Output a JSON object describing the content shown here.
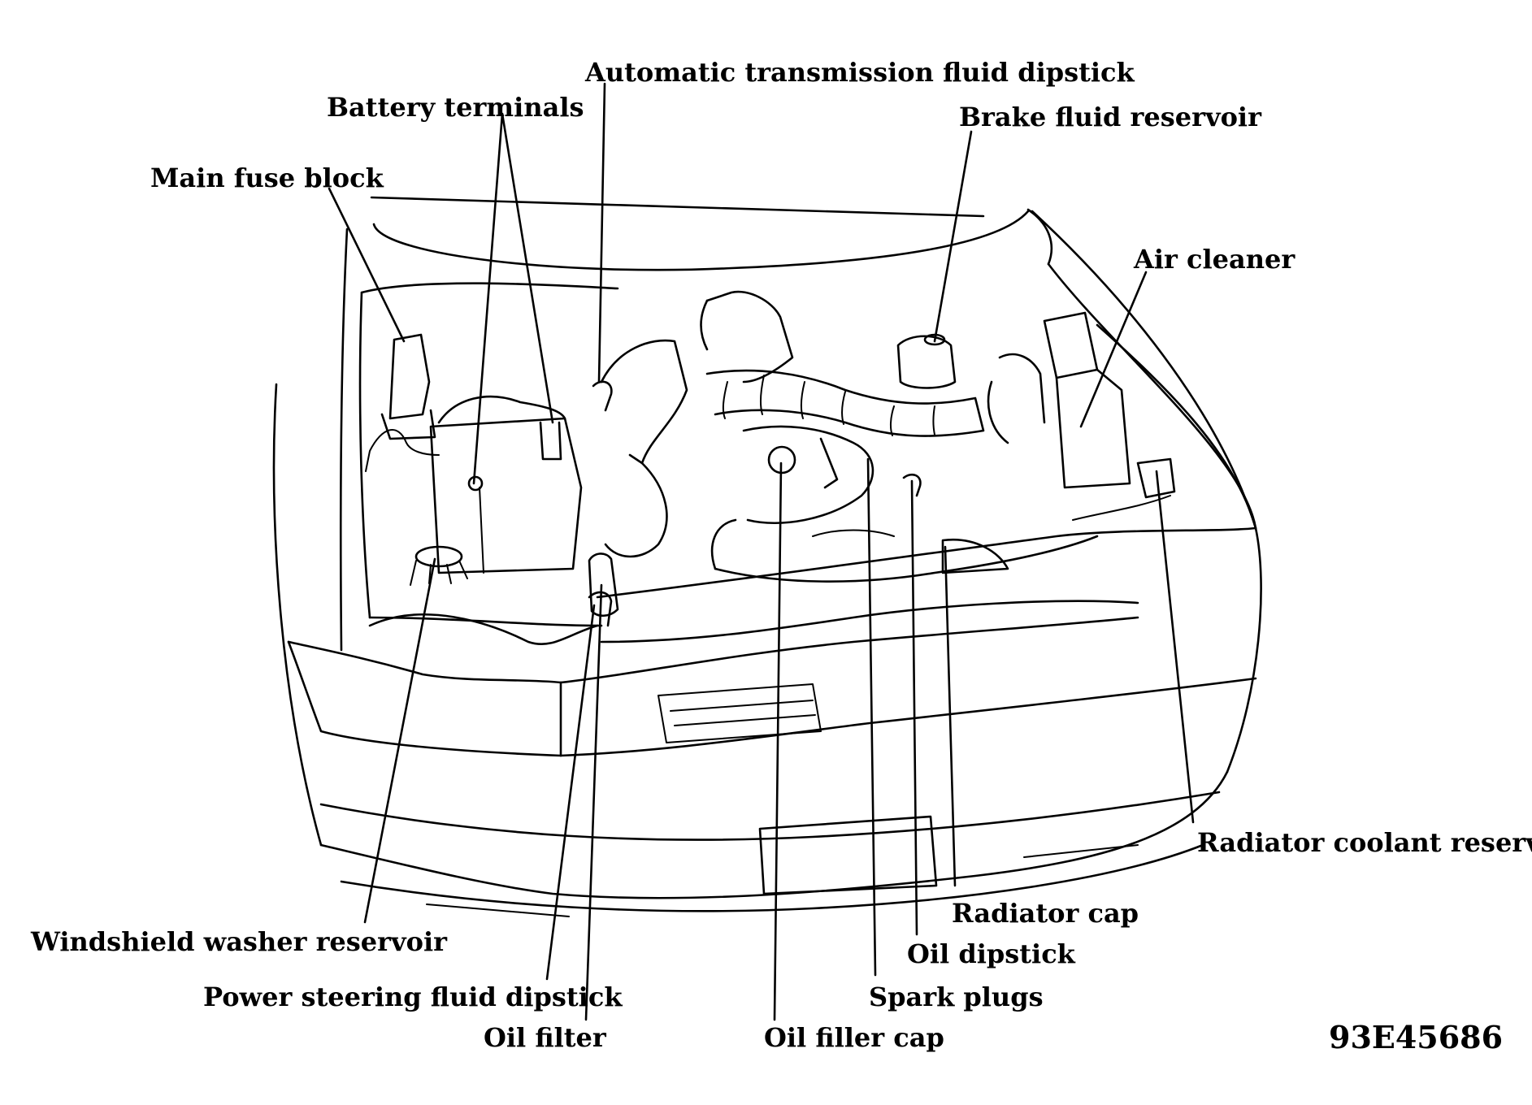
{
  "figure_id": "93E45686",
  "labels": {
    "automatic_transmission_fluid_dipstick": "Automatic transmission fluid dipstick",
    "battery_terminals": "Battery terminals",
    "brake_fluid_reservoir": "Brake fluid reservoir",
    "main_fuse_block": "Main fuse block",
    "air_cleaner": "Air cleaner",
    "radiator_coolant_reservoir": "Radiator coolant reservoir",
    "radiator_cap": "Radiator cap",
    "oil_dipstick": "Oil dipstick",
    "spark_plugs": "Spark plugs",
    "oil_filler_cap": "Oil filler cap",
    "oil_filter": "Oil filter",
    "power_steering_fluid_dipstick": "Power steering fluid dipstick",
    "windshield_washer_reservoir": "Windshield washer reservoir"
  }
}
